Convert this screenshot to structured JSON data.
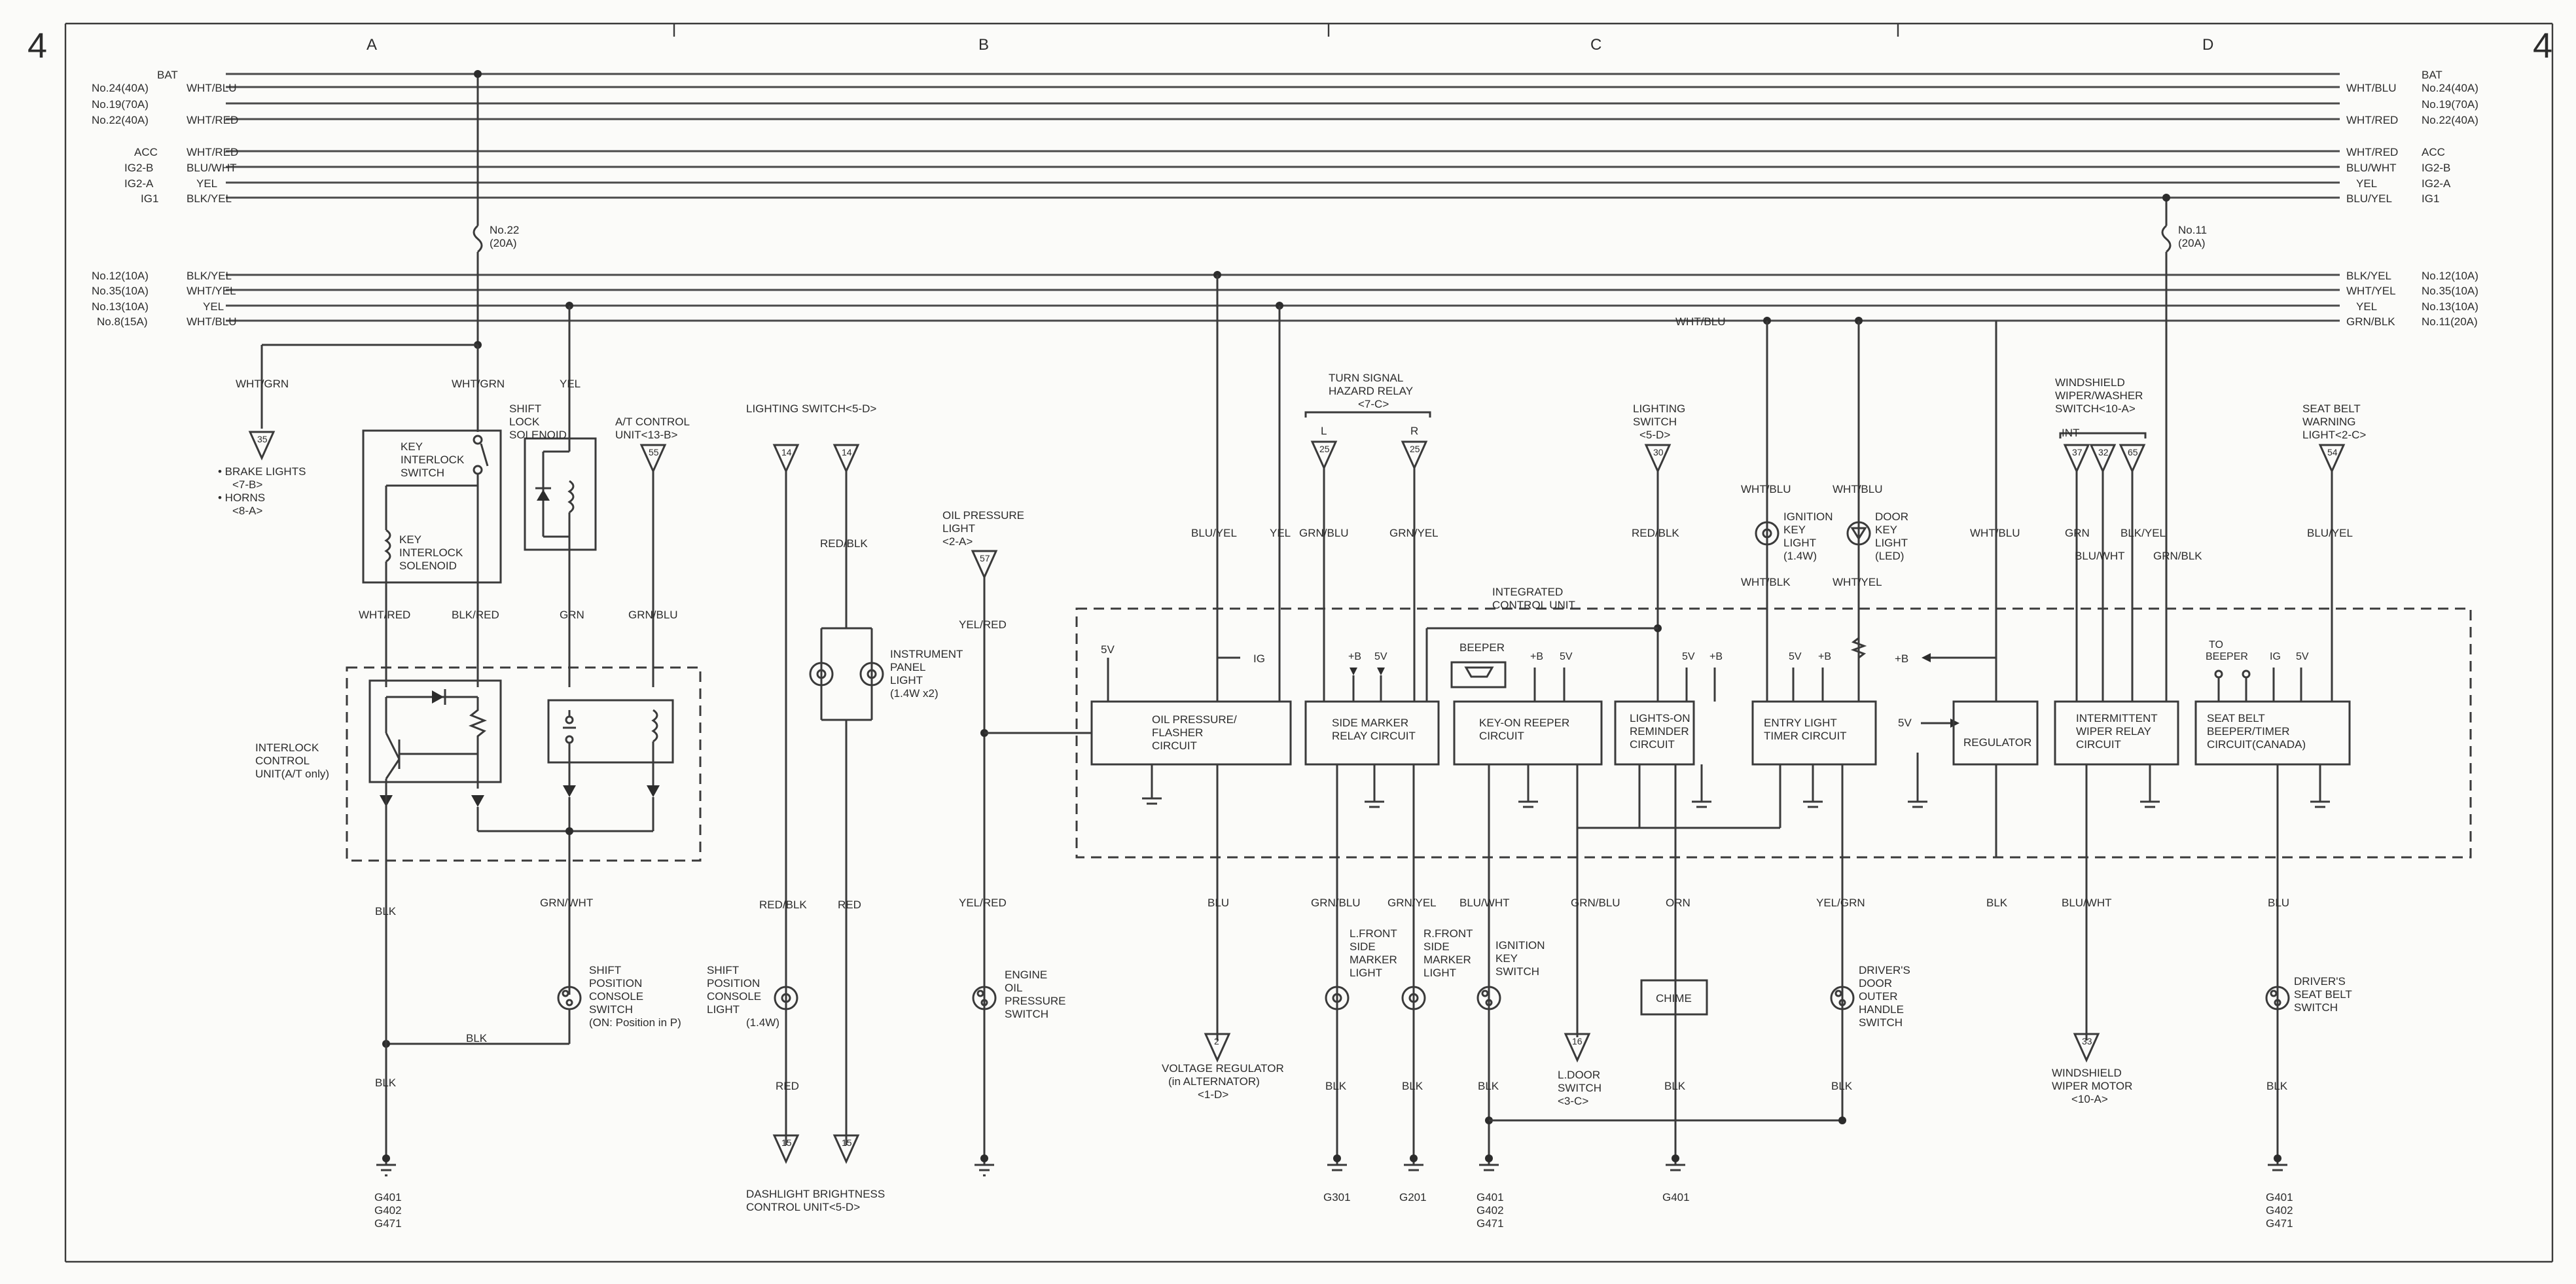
{
  "page": {
    "number_left": "4",
    "number_right": "4"
  },
  "zones": [
    "A",
    "B",
    "C",
    "D"
  ],
  "bus": [
    {
      "left": "BAT",
      "left_wire": "",
      "right_wire": "",
      "right": "BAT"
    },
    {
      "left": "No.24(40A)",
      "left_wire": "WHT/BLU",
      "right_wire": "WHT/BLU",
      "right": "No.24(40A)"
    },
    {
      "left": "No.19(70A)",
      "left_wire": "",
      "right_wire": "",
      "right": "No.19(70A)"
    },
    {
      "left": "No.22(40A)",
      "left_wire": "WHT/RED",
      "right_wire": "WHT/RED",
      "right": "No.22(40A)"
    },
    {
      "left": "ACC",
      "left_wire": "WHT/RED",
      "right_wire": "WHT/RED",
      "right": "ACC"
    },
    {
      "left": "IG2-B",
      "left_wire": "BLU/WHT",
      "right_wire": "BLU/WHT",
      "right": "IG2-B"
    },
    {
      "left": "IG2-A",
      "left_wire": "YEL",
      "right_wire": "YEL",
      "right": "IG2-A"
    },
    {
      "left": "IG1",
      "left_wire": "BLK/YEL",
      "right_wire": "BLU/YEL",
      "right": "IG1"
    },
    {
      "left": "No.12(10A)",
      "left_wire": "BLK/YEL",
      "right_wire": "BLK/YEL",
      "right": "No.12(10A)"
    },
    {
      "left": "No.35(10A)",
      "left_wire": "WHT/YEL",
      "right_wire": "WHT/YEL",
      "right": "No.35(10A)"
    },
    {
      "left": "No.13(10A)",
      "left_wire": "YEL",
      "right_wire": "YEL",
      "right": "No.13(10A)"
    },
    {
      "left": "No.8(15A)",
      "left_wire": "WHT/BLU",
      "right_wire": "GRN/BLK",
      "right": "No.11(20A)"
    }
  ],
  "fuses": [
    {
      "label": "No.22",
      "rating": "(20A)"
    },
    {
      "label": "No.11",
      "rating": "(20A)"
    }
  ],
  "wire_labels": {
    "wht_grn_1": "WHT/GRN",
    "wht_grn_2": "WHT/GRN",
    "yel_1": "YEL",
    "wht_blu_mid": "WHT/BLU",
    "wht_red_1": "WHT/RED",
    "blk_red_1": "BLK/RED",
    "grn_1": "GRN",
    "grn_blu_1": "GRN/BLU",
    "blk_1": "BLK",
    "grn_wht_1": "GRN/WHT",
    "blk_2": "BLK",
    "blk_3": "BLK",
    "red_blk_1": "RED/BLK",
    "red_blk_2": "RED/BLK",
    "red_1": "RED",
    "red_2": "RED",
    "yel_red_1": "YEL/RED",
    "yel_red_2": "YEL/RED",
    "blu_yel_1": "BLU/YEL",
    "yel_2": "YEL",
    "grn_blu_2": "GRN/BLU",
    "grn_yel_1": "GRN/YEL",
    "red_blk_3": "RED/BLK",
    "wht_blu_1": "WHT/BLU",
    "wht_blu_2": "WHT/BLU",
    "wht_blk_1": "WHT/BLK",
    "wht_yel_1": "WHT/YEL",
    "wht_blu_3": "WHT/BLU",
    "grn_2": "GRN",
    "blk_yel_1": "BLK/YEL",
    "blu_wht_1": "BLU/WHT",
    "grn_blk_1": "GRN/BLK",
    "blu_yel_2": "BLU/YEL",
    "blu_1": "BLU",
    "grn_blu_3": "GRN/BLU",
    "grn_yel_2": "GRN/YEL",
    "blu_wht_2": "BLU/WHT",
    "grn_blu_4": "GRN/BLU",
    "orn_1": "ORN",
    "yel_grn_1": "YEL/GRN",
    "blk_4": "BLK",
    "blu_wht_3": "BLU/WHT",
    "blu_2": "BLU",
    "blk_5": "BLK",
    "blk_6": "BLK",
    "blk_7": "BLK",
    "blk_8": "BLK",
    "blk_9": "BLK",
    "blk_10": "BLK",
    "int": "INT"
  },
  "connectors": {
    "c35": "35",
    "c55": "55",
    "c14a": "14",
    "c14b": "14",
    "c57": "57",
    "c25a": "25",
    "c25b": "25",
    "c30": "30",
    "c37": "37",
    "c32": "32",
    "c65": "65",
    "c54": "54",
    "c2": "2",
    "c15a": "15",
    "c15b": "15",
    "c16": "16",
    "c33": "33"
  },
  "labels": {
    "brake_lights": "• BRAKE LIGHTS",
    "brake_ref": "<7-B>",
    "horns": "• HORNS",
    "horns_ref": "<8-A>",
    "key_interlock_switch": [
      "KEY",
      "INTERLOCK",
      "SWITCH"
    ],
    "key_interlock_solenoid": [
      "KEY",
      "INTERLOCK",
      "SOLENOID"
    ],
    "shift_lock_solenoid": [
      "SHIFT",
      "LOCK",
      "SOLENOID"
    ],
    "at_control": [
      "A/T CONTROL",
      "UNIT<13-B>"
    ],
    "interlock_control": [
      "INTERLOCK",
      "CONTROL",
      "UNIT(A/T only)"
    ],
    "shift_position_switch": [
      "SHIFT",
      "POSITION",
      "CONSOLE",
      "SWITCH"
    ],
    "shift_position_switch_note": "(ON: Position in P)",
    "lighting_switch_1": "LIGHTING SWITCH<5-D>",
    "instrument_panel_light": [
      "INSTRUMENT",
      "PANEL",
      "LIGHT",
      "(1.4W x2)"
    ],
    "shift_position_light": [
      "SHIFT",
      "POSITION",
      "CONSOLE",
      "LIGHT"
    ],
    "shift_position_light_w": "(1.4W)",
    "dashlight": [
      "DASHLIGHT BRIGHTNESS",
      "CONTROL UNIT<5-D>"
    ],
    "oil_pressure_light": [
      "OIL PRESSURE",
      "LIGHT",
      "<2-A>"
    ],
    "engine_oil_switch": [
      "ENGINE",
      "OIL",
      "PRESSURE",
      "SWITCH"
    ],
    "turn_signal": [
      "TURN SIGNAL",
      "HAZARD RELAY",
      "<7-C>"
    ],
    "turn_l": "L",
    "turn_r": "R",
    "lighting_switch_2": [
      "LIGHTING",
      "SWITCH",
      "<5-D>"
    ],
    "ignition_key_light": [
      "IGNITION",
      "KEY",
      "LIGHT",
      "(1.4W)"
    ],
    "door_key_light": [
      "DOOR",
      "KEY",
      "LIGHT",
      "(LED)"
    ],
    "integrated_control": [
      "INTEGRATED",
      "CONTROL UNIT"
    ],
    "beeper": "BEEPER",
    "windshield_relay": [
      "WINDSHIELD",
      "WIPER/WASHER",
      "SWITCH<10-A>"
    ],
    "seat_belt_light": [
      "SEAT BELT",
      "WARNING",
      "LIGHT<2-C>"
    ],
    "to_beeper": [
      "TO",
      "BEEPER"
    ],
    "ig": "IG",
    "ig2": "IG",
    "v5": "5V",
    "pb": "+B",
    "oil_circuit": [
      "OIL PRESSURE/",
      "FLASHER",
      "CIRCUIT"
    ],
    "side_marker_circuit": [
      "SIDE MARKER",
      "RELAY CIRCUIT"
    ],
    "key_on_circuit": [
      "KEY-ON REEPER",
      "CIRCUIT"
    ],
    "lights_on_circuit": [
      "LIGHTS-ON",
      "REMINDER",
      "CIRCUIT"
    ],
    "entry_light_circuit": [
      "ENTRY LIGHT",
      "TIMER CIRCUIT"
    ],
    "regulator": "REGULATOR",
    "wiper_relay_circuit": [
      "INTERMITTENT",
      "WIPER RELAY",
      "CIRCUIT"
    ],
    "seat_belt_circuit": [
      "SEAT BELT",
      "BEEPER/TIMER",
      "CIRCUIT(CANADA)"
    ],
    "voltage_regulator": [
      "VOLTAGE REGULATOR",
      "(in ALTERNATOR)",
      "<1-D>"
    ],
    "lf_marker": [
      "L.FRONT",
      "SIDE",
      "MARKER",
      "LIGHT"
    ],
    "rf_marker": [
      "R.FRONT",
      "SIDE",
      "MARKER",
      "LIGHT"
    ],
    "ignition_key_switch": [
      "IGNITION",
      "KEY",
      "SWITCH"
    ],
    "l_door_switch": [
      "L.DOOR",
      "SWITCH",
      "<3-C>"
    ],
    "chime": "CHIME",
    "drivers_door_switch": [
      "DRIVER'S",
      "DOOR",
      "OUTER",
      "HANDLE",
      "SWITCH"
    ],
    "wiper_motor": [
      "WINDSHIELD",
      "WIPER MOTOR",
      "<10-A>"
    ],
    "drivers_belt_switch": [
      "DRIVER'S",
      "SEAT BELT",
      "SWITCH"
    ],
    "g_multi_1": [
      "G401",
      "G402",
      "G471"
    ],
    "g_multi_2": [
      "G401",
      "G402",
      "G471"
    ],
    "g_multi_3": [
      "G401",
      "G402",
      "G471"
    ],
    "g301": "G301",
    "g201": "G201",
    "g401": "G401"
  },
  "icons": [
    "fuse-icon",
    "ground-icon",
    "connector-triangle-icon",
    "lamp-icon",
    "diode-icon",
    "coil-icon",
    "switch-icon",
    "transistor-icon",
    "resistor-icon",
    "beeper-icon",
    "led-icon"
  ]
}
